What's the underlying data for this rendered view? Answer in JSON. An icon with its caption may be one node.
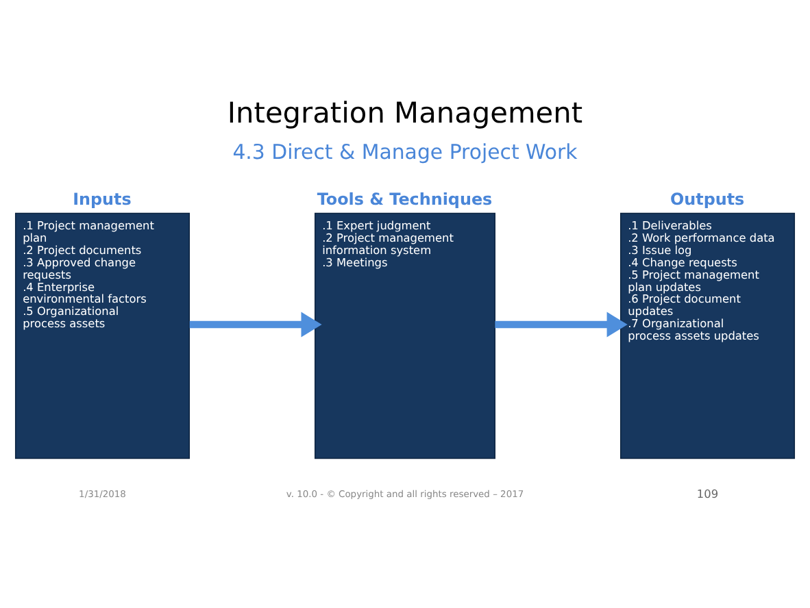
{
  "diagram": {
    "title": "Integration Management",
    "nodes": [
      {
        "text": [
          "Inputs",
          ".1 Project management plan",
          ".2 Project documents",
          ".3 Approved change requests",
          ".4 Enterprise environmental factors",
          ".5 Organizational process assets"
        ]
      },
      {
        "text": [
          "Tools & Techniques",
          ".1 Expert judgment",
          ".2 Project management information system",
          ".3 Meetings"
        ]
      },
      {
        "text": [
          "Outputs",
          ".1 Deliverables",
          ".2 Work performance data",
          ".3 Issue log",
          ".4 Change requests",
          ".5 Project management plan updates",
          ".6 Project document updates",
          ".7 Organizational process assets updates"
        ]
      }
    ],
    "edges": [
      {
        "from": 0,
        "to": 1,
        "arrow": "to"
      },
      {
        "from": 1,
        "to": 2,
        "arrow": "to"
      }
    ],
    "labels": [
      "4.3 Direct & Manage Project Work",
      "1/31/2018",
      "v. 10.0 - © Copyright and all rights reserved – 2017",
      "109"
    ]
  }
}
